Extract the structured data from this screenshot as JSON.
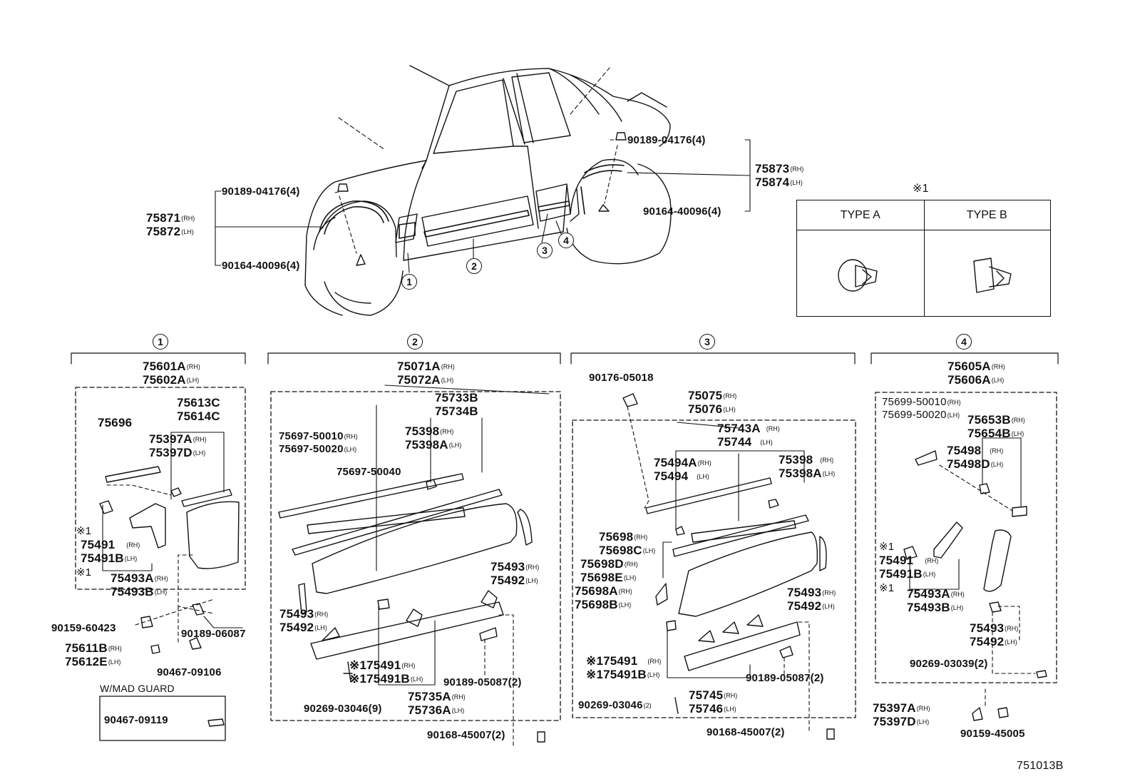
{
  "figure_code": "751013B",
  "callout_numbers": [
    "1",
    "2",
    "3",
    "4"
  ],
  "note_symbol": "※1",
  "type_table": {
    "note": "※1",
    "type_a": "TYPE A",
    "type_b": "TYPE B"
  },
  "units": {
    "rh": "(RH)",
    "lh": "(LH)"
  },
  "top_view": {
    "front_clip": "90189-04176(4)",
    "front_screw": "90164-40096(4)",
    "front_liner_rh": "75871",
    "front_liner_lh": "75872",
    "rear_clip": "90189-04176(4)",
    "rear_screw": "90164-40096(4)",
    "rear_liner_rh": "75873",
    "rear_liner_lh": "75874"
  },
  "section1": {
    "callout": "1",
    "assembly_rh": "75601A",
    "assembly_lh": "75602A",
    "p75696": "75696",
    "p75613c": "75613C",
    "p75614c": "75614C",
    "p75397a": "75397A",
    "p75397d": "75397D",
    "note1": "※1",
    "p75491": "75491",
    "p75491b": "75491B",
    "note2": "※1",
    "p75493a": "75493A",
    "p75493b": "75493B",
    "p90159": "90159-60423",
    "p90189": "90189-06087",
    "p75611b": "75611B",
    "p75612e": "75612E",
    "p90467a": "90467-09106",
    "mad_guard_title": "W/MAD GUARD",
    "p90467b": "90467-09119"
  },
  "section2": {
    "callout": "2",
    "assembly_rh": "75071A",
    "assembly_lh": "75072A",
    "p75733b": "75733B",
    "p75734b": "75734B",
    "p75697_10": "75697-50010",
    "p75697_20": "75697-50020",
    "p75398": "75398",
    "p75398a": "75398A",
    "p75697_40": "75697-50040",
    "p75493r": "75493",
    "p75492r": "75492",
    "p75493l": "75493",
    "p75492l": "75492",
    "p75491": "※175491",
    "p75491b": "※175491B",
    "p90189": "90189-05087(2)",
    "p75735a": "75735A",
    "p75736a": "75736A",
    "p90269": "90269-03046(9)",
    "p90168": "90168-45007(2)"
  },
  "section3": {
    "callout": "3",
    "p90176": "90176-05018",
    "p75075": "75075",
    "p75076": "75076",
    "p75743a": "75743A",
    "p75744": "75744",
    "p75494a": "75494A",
    "p75494": "75494",
    "p75398": "75398",
    "p75398a": "75398A",
    "p75698": "75698",
    "p75698c": "75698C",
    "p75698d": "75698D",
    "p75698e": "75698E",
    "p75698a": "75698A",
    "p75698b": "75698B",
    "p75493": "75493",
    "p75492": "75492",
    "p75491": "※175491",
    "p75491b": "※175491B",
    "p90189": "90189-05087(2)",
    "p90269": "90269-03046",
    "p90269_qty": "(2)",
    "p75745": "75745",
    "p75746": "75746",
    "p90168": "90168-45007(2)"
  },
  "section4": {
    "callout": "4",
    "assembly_rh": "75605A",
    "assembly_lh": "75606A",
    "p75699_10": "75699-50010",
    "p75699_20": "75699-50020",
    "p75653b": "75653B",
    "p75654b": "75654B",
    "p75498": "75498",
    "p75498d": "75498D",
    "note1": "※1",
    "p75491": "75491",
    "p75491b": "75491B",
    "note2": "※1",
    "p75493a": "75493A",
    "p75493b": "75493B",
    "p75493": "75493",
    "p75492": "75492",
    "p90269": "90269-03039(2)",
    "p75397a": "75397A",
    "p75397d": "75397D",
    "p90159": "90159-45005"
  }
}
